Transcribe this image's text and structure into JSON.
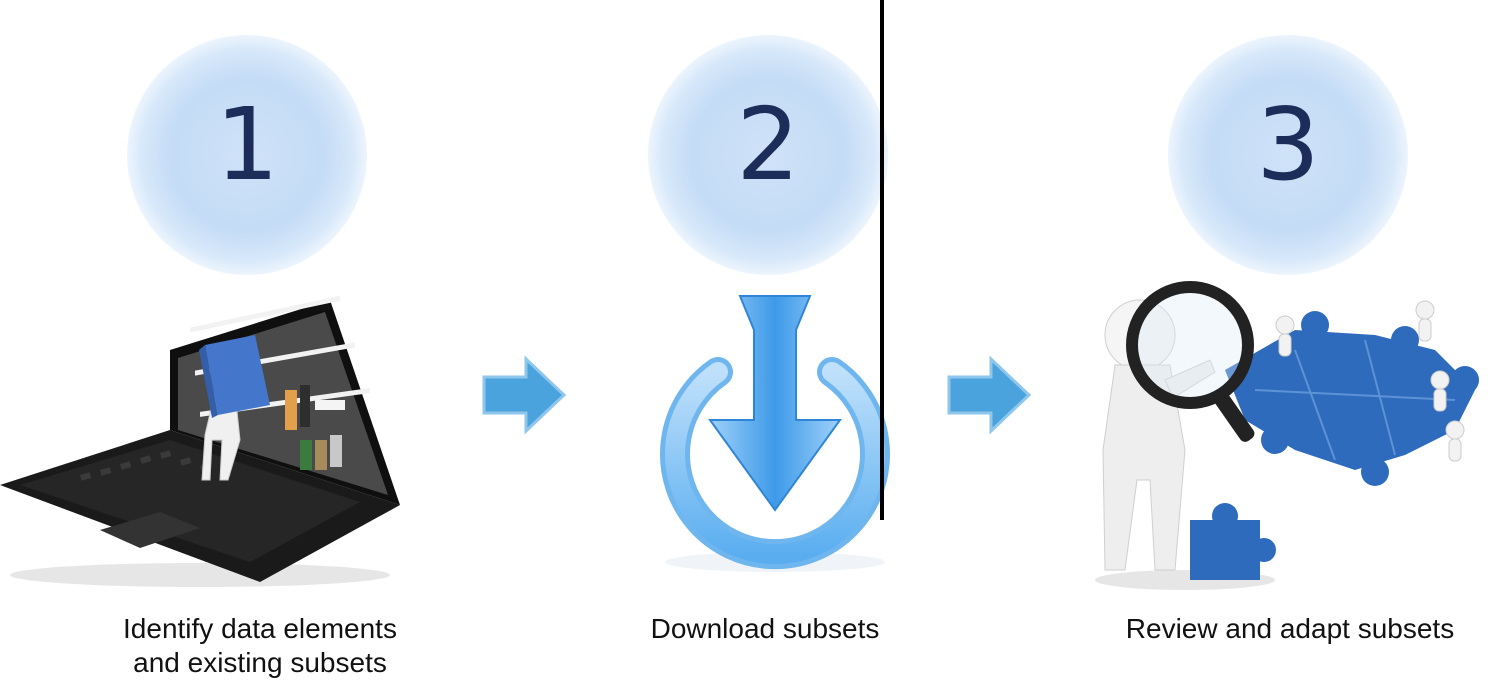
{
  "steps": [
    {
      "number": "1",
      "caption": "Identify data elements and existing subsets",
      "illustration": "laptop-bookshelf-figure"
    },
    {
      "number": "2",
      "caption": "Download subsets",
      "illustration": "download-icon"
    },
    {
      "number": "3",
      "caption": "Review and adapt subsets",
      "illustration": "magnifier-puzzle-figure"
    }
  ],
  "colors": {
    "circle": "#c4dcf6",
    "number": "#1d2d59",
    "arrow": "#4aa3dd",
    "divider": "#000000"
  }
}
